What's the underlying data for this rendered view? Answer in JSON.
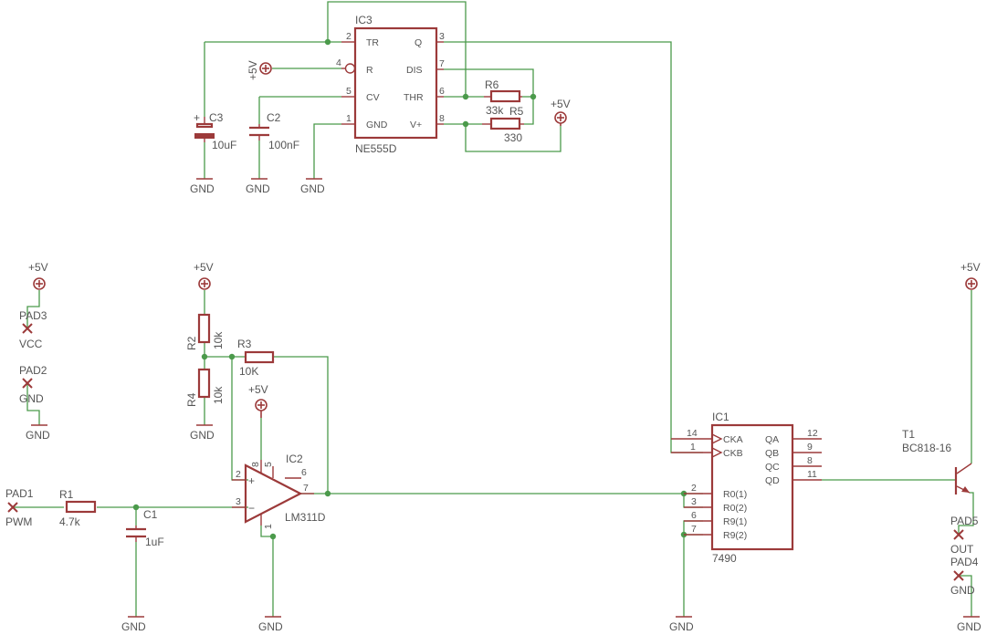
{
  "ic3": {
    "ref": "IC3",
    "value": "NE555D",
    "pins": [
      {
        "num": "2",
        "name": "TR"
      },
      {
        "num": "4",
        "name": "R"
      },
      {
        "num": "5",
        "name": "CV"
      },
      {
        "num": "1",
        "name": "GND"
      },
      {
        "num": "3",
        "name": "Q"
      },
      {
        "num": "7",
        "name": "DIS"
      },
      {
        "num": "6",
        "name": "THR"
      },
      {
        "num": "8",
        "name": "V+"
      }
    ]
  },
  "ic1": {
    "ref": "IC1",
    "value": "7490",
    "pins_left": [
      {
        "num": "14",
        "name": "CKA"
      },
      {
        "num": "1",
        "name": "CKB"
      },
      {
        "num": "2",
        "name": "R0(1)"
      },
      {
        "num": "3",
        "name": "R0(2)"
      },
      {
        "num": "6",
        "name": "R9(1)"
      },
      {
        "num": "7",
        "name": "R9(2)"
      }
    ],
    "pins_right": [
      {
        "num": "12",
        "name": "QA"
      },
      {
        "num": "9",
        "name": "QB"
      },
      {
        "num": "8",
        "name": "QC"
      },
      {
        "num": "11",
        "name": "QD"
      }
    ]
  },
  "ic2": {
    "ref": "IC2",
    "value": "LM311D",
    "pins": {
      "plus": "2",
      "minus": "3",
      "out": "7",
      "p8": "8",
      "p5": "5",
      "p6": "6",
      "p1": "1"
    },
    "plus_sign": "+",
    "minus_sign": "−"
  },
  "t1": {
    "ref": "T1",
    "value": "BC818-16"
  },
  "resistors": {
    "r1": {
      "ref": "R1",
      "value": "4.7k"
    },
    "r2": {
      "ref": "R2",
      "value": "10k"
    },
    "r3": {
      "ref": "R3",
      "value": "10K"
    },
    "r4": {
      "ref": "R4",
      "value": "10k"
    },
    "r5": {
      "ref": "R5",
      "value": "330"
    },
    "r6": {
      "ref": "R6",
      "value": "33k"
    }
  },
  "capacitors": {
    "c1": {
      "ref": "C1",
      "value": "1uF"
    },
    "c2": {
      "ref": "C2",
      "value": "100nF"
    },
    "c3": {
      "ref": "C3",
      "value": "10uF",
      "polarity": "+"
    }
  },
  "pads": {
    "pad1": {
      "ref": "PAD1",
      "value": "PWM"
    },
    "pad2": {
      "ref": "PAD2",
      "value": "GND"
    },
    "pad3": {
      "ref": "PAD3",
      "value": "VCC"
    },
    "pad4": {
      "ref": "PAD4",
      "value": "GND"
    },
    "pad5": {
      "ref": "PAD5",
      "value": "OUT"
    }
  },
  "power": {
    "vcc": "+5V",
    "gnd": "GND"
  },
  "colors": {
    "wire": "#4b9a4b",
    "symbol": "#9c3a3a",
    "text": "#555555"
  }
}
